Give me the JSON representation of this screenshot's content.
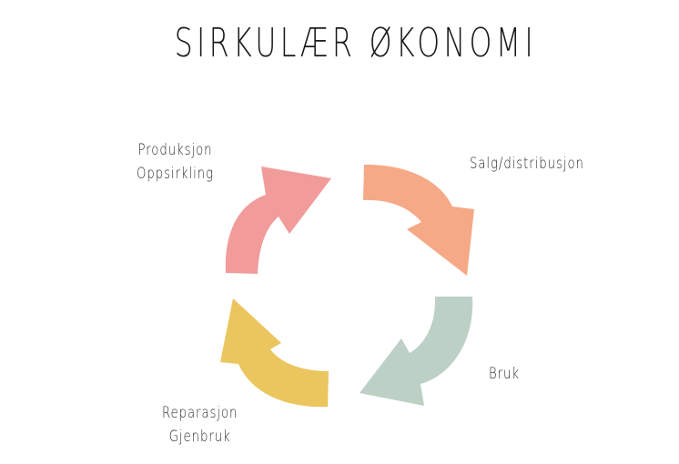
{
  "title": "SIRKULÆR ØKONOMI",
  "stages": [
    {
      "lines": [
        "Produksjon",
        "Oppsirkling"
      ]
    },
    {
      "lines": [
        "Salg/distribusjon"
      ]
    },
    {
      "lines": [
        "Bruk"
      ]
    },
    {
      "lines": [
        "Reparasjon",
        "Gjenbruk"
      ]
    }
  ],
  "colors": {
    "produksjon": "#f29b9b",
    "salg": "#f5a987",
    "bruk": "#bdd0c6",
    "reparasjon": "#ebc55e"
  }
}
